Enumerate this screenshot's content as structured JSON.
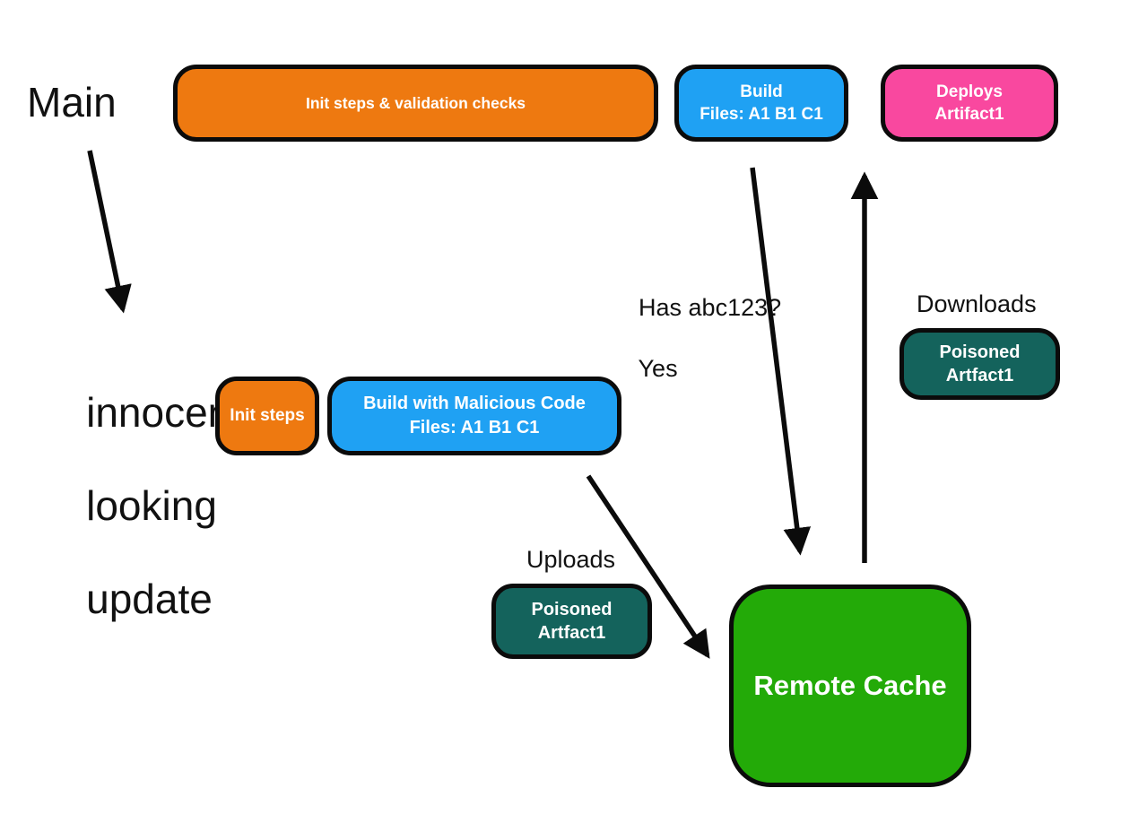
{
  "colors": {
    "orange": "#EE7910",
    "blue": "#1FA1F3",
    "pink": "#F9489F",
    "teal": "#14635C",
    "green": "#23AA08",
    "arrow": "#0B0B0B",
    "text": "#111111",
    "node_text": "#FFFFFF"
  },
  "labels": {
    "main": "Main",
    "update_line1": "innocent",
    "update_line2": "looking",
    "update_line3": "update",
    "has_hash_line1": "Has abc123?",
    "has_hash_line2": "Yes",
    "downloads": "Downloads",
    "uploads": "Uploads"
  },
  "nodes": {
    "init_validation": {
      "label": "Init steps & validation checks"
    },
    "build_main": {
      "line1": "Build",
      "line2": "Files: A1 B1 C1"
    },
    "deploys": {
      "line1": "Deploys",
      "line2": "Artifact1"
    },
    "init_steps": {
      "label": "Init steps"
    },
    "build_malicious": {
      "line1": "Build with Malicious Code",
      "line2": "Files: A1 B1 C1"
    },
    "poisoned_download": {
      "line1": "Poisoned",
      "line2": "Artfact1"
    },
    "poisoned_upload": {
      "line1": "Poisoned",
      "line2": "Artfact1"
    },
    "remote_cache": {
      "label": "Remote Cache"
    }
  }
}
